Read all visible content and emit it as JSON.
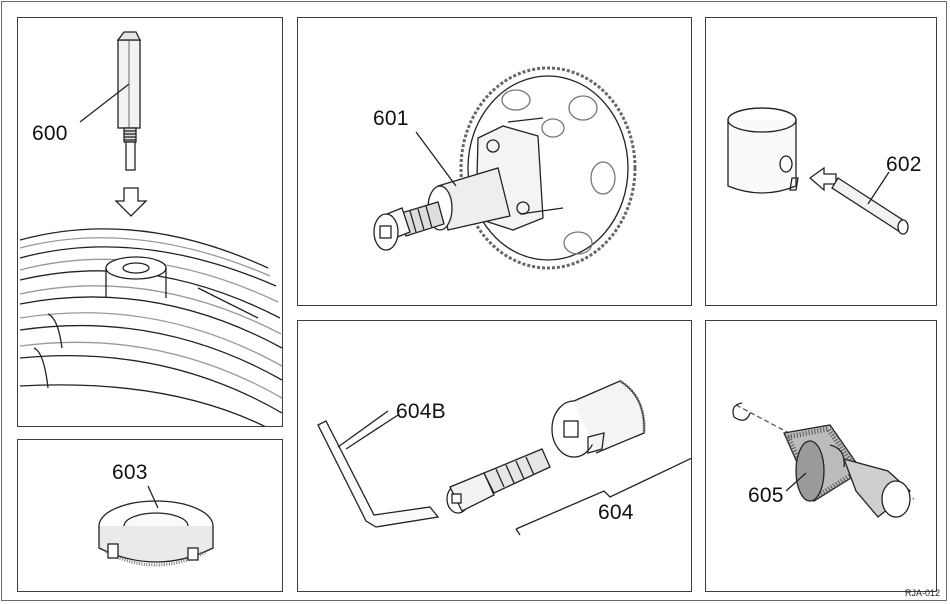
{
  "figure_code": "RJA-012",
  "panels": [
    {
      "id": "600",
      "label": "600"
    },
    {
      "id": "601",
      "label": "601"
    },
    {
      "id": "602",
      "label": "602"
    },
    {
      "id": "603",
      "label": "603"
    },
    {
      "id": "604",
      "label": "604",
      "sub_label": "604B"
    },
    {
      "id": "605",
      "label": "605"
    }
  ]
}
